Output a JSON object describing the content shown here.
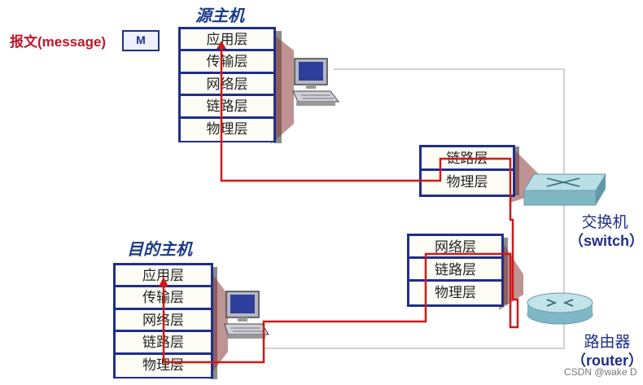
{
  "message": {
    "label": "报文(message)",
    "box": "M"
  },
  "source_host": {
    "title": "源主机",
    "layers": [
      "应用层",
      "传输层",
      "网络层",
      "链路层",
      "物理层"
    ]
  },
  "dest_host": {
    "title": "目的主机",
    "layers": [
      "应用层",
      "传输层",
      "网络层",
      "链路层",
      "物理层"
    ]
  },
  "switch": {
    "layers": [
      "链路层",
      "物理层"
    ],
    "label": "交换机",
    "sublabel": "（switch）"
  },
  "router": {
    "layers": [
      "网络层",
      "链路层",
      "物理层"
    ],
    "label": "路由器",
    "sublabel": "（router）"
  },
  "watermark": "CSDN @wake D",
  "colors": {
    "stack_border": "#1f2f88",
    "path": "#d01818",
    "link": "#bdbdbd",
    "title": "#1a3a8c"
  },
  "icons": [
    "computer-icon",
    "switch-icon",
    "router-icon"
  ]
}
